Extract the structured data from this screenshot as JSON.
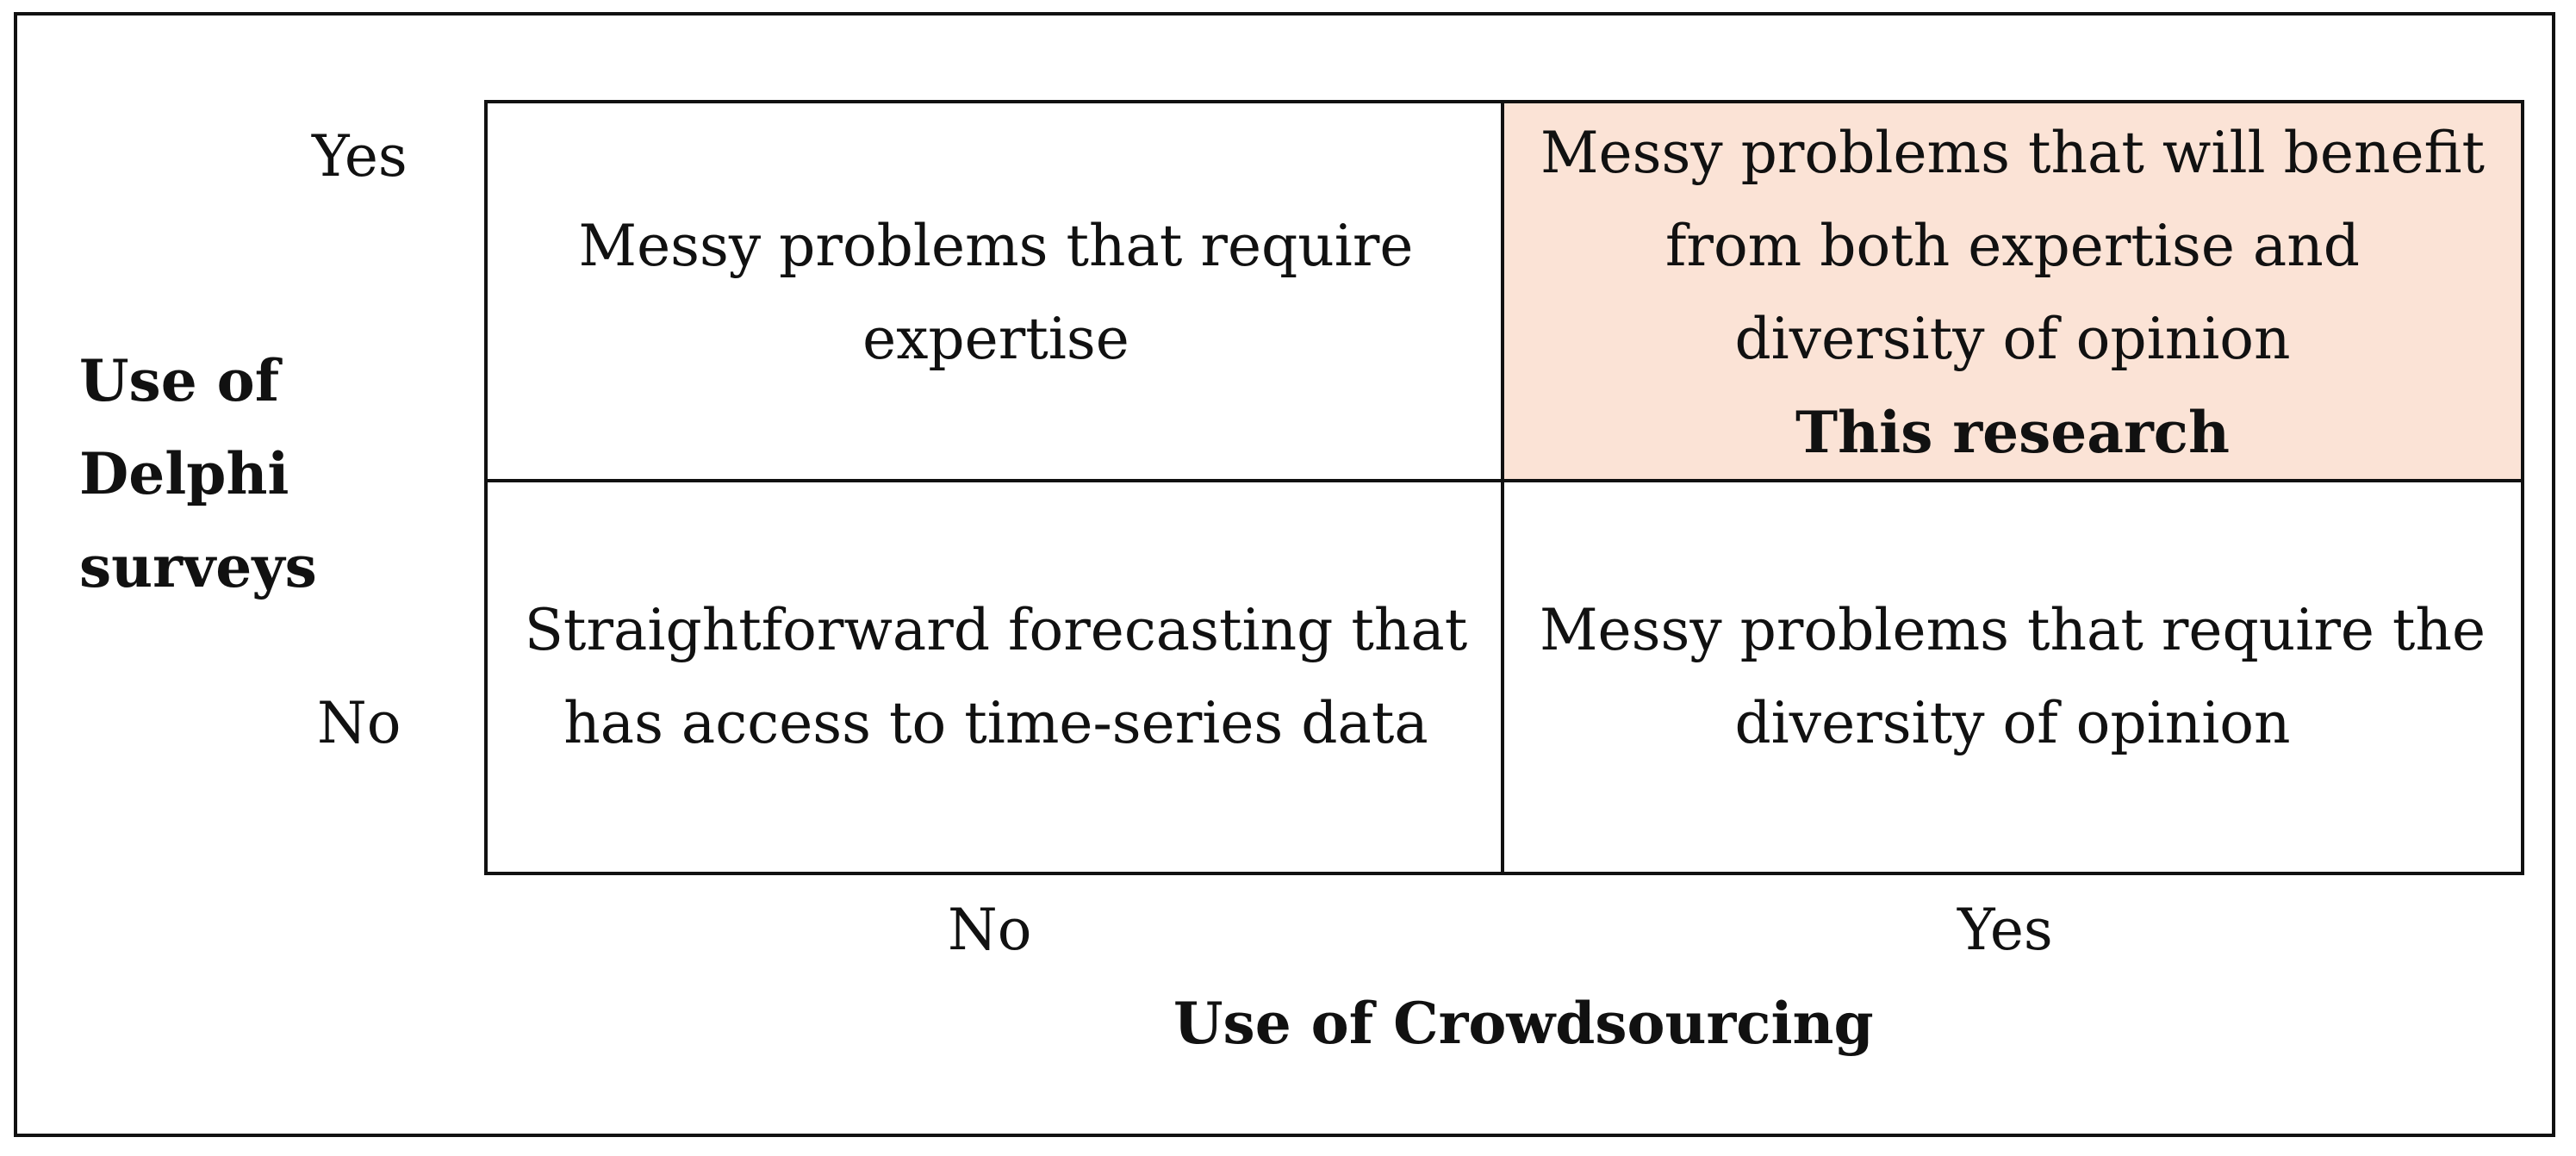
{
  "y_axis": {
    "title": "Use of Delphi surveys",
    "tick_yes": "Yes",
    "tick_no": "No"
  },
  "x_axis": {
    "title": "Use of Crowdsourcing",
    "tick_no": "No",
    "tick_yes": "Yes"
  },
  "cells": {
    "top_left": "Messy problems that require expertise",
    "top_right": "Messy problems that will benefit from both expertise and diversity of opinion",
    "top_right_note": "This research",
    "bottom_left": "Straightforward forecasting that has access to time-series data",
    "bottom_right": "Messy problems that require the diversity of opinion"
  },
  "colors": {
    "highlight_fill": "#fbe3d6",
    "line": "#111111"
  }
}
